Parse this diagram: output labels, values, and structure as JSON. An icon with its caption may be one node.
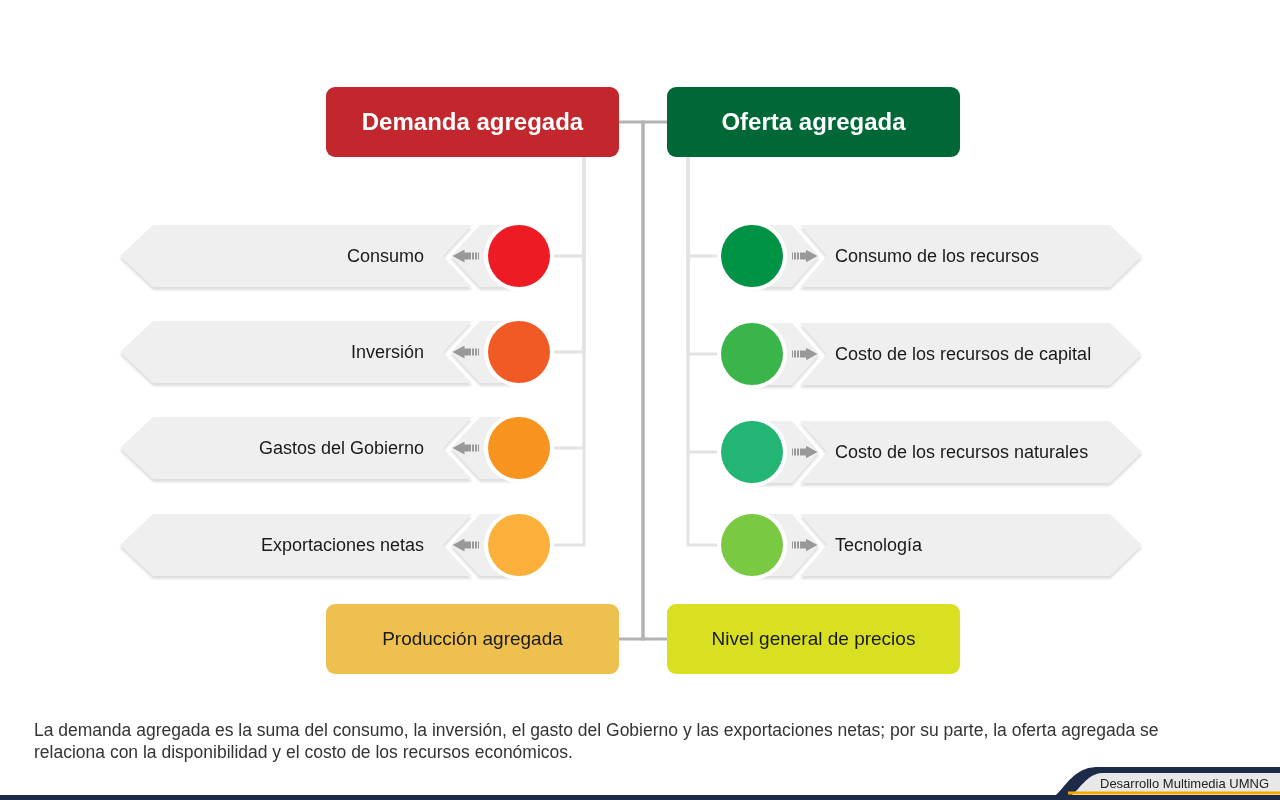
{
  "diagram": {
    "caption": "La demanda agregada es la suma del consumo, la inversión, el gasto del Gobierno y las exportaciones netas; por su parte, la oferta agregada se relaciona con la disponibilidad y el costo de los recursos económicos.",
    "nodes": [
      {
        "text": [
          "Demanda agregada"
        ]
      },
      {
        "text": [
          "Oferta agregada"
        ]
      },
      {
        "text": [
          "Consumo"
        ]
      },
      {
        "text": [],
        "shape": "circle"
      },
      {
        "text": [
          "Inversión"
        ]
      },
      {
        "text": [],
        "shape": "circle"
      },
      {
        "text": [
          "Gastos del Gobierno"
        ]
      },
      {
        "text": [],
        "shape": "circle"
      },
      {
        "text": [
          "Exportaciones netas"
        ]
      },
      {
        "text": [],
        "shape": "circle"
      },
      {
        "text": [],
        "shape": "circle"
      },
      {
        "text": [
          "Consumo de los recursos"
        ]
      },
      {
        "text": [],
        "shape": "circle"
      },
      {
        "text": [
          "Costo de los recursos de capital"
        ]
      },
      {
        "text": [],
        "shape": "circle"
      },
      {
        "text": [
          "Costo de los recursos naturales"
        ]
      },
      {
        "text": [],
        "shape": "circle"
      },
      {
        "text": [
          "Tecnología"
        ]
      },
      {
        "text": [
          "Producción agregada"
        ]
      },
      {
        "text": [
          "Nivel general de precios"
        ]
      }
    ],
    "edges": [
      {
        "from": 0,
        "to": 18,
        "arrow": "none",
        "color": "#b3b3b3"
      },
      {
        "from": 1,
        "to": 19,
        "arrow": "none",
        "color": "#b3b3b3"
      },
      {
        "from": 0,
        "to": 3,
        "arrow": "none"
      },
      {
        "from": 0,
        "to": 5,
        "arrow": "none"
      },
      {
        "from": 0,
        "to": 7,
        "arrow": "none"
      },
      {
        "from": 0,
        "to": 9,
        "arrow": "none"
      },
      {
        "from": 1,
        "to": 10,
        "arrow": "none"
      },
      {
        "from": 1,
        "to": 12,
        "arrow": "none"
      },
      {
        "from": 1,
        "to": 14,
        "arrow": "none"
      },
      {
        "from": 1,
        "to": 16,
        "arrow": "none"
      },
      {
        "from": 3,
        "to": 2,
        "arrow": "to",
        "style": "thick",
        "color": "#999999"
      },
      {
        "from": 5,
        "to": 4,
        "arrow": "to",
        "style": "thick",
        "color": "#999999"
      },
      {
        "from": 7,
        "to": 6,
        "arrow": "to",
        "style": "thick",
        "color": "#999999"
      },
      {
        "from": 9,
        "to": 8,
        "arrow": "to",
        "style": "thick",
        "color": "#999999"
      },
      {
        "from": 10,
        "to": 11,
        "arrow": "to",
        "style": "thick",
        "color": "#999999"
      },
      {
        "from": 12,
        "to": 13,
        "arrow": "to",
        "style": "thick",
        "color": "#999999"
      },
      {
        "from": 14,
        "to": 15,
        "arrow": "to",
        "style": "thick",
        "color": "#999999"
      },
      {
        "from": 16,
        "to": 17,
        "arrow": "to",
        "style": "thick",
        "color": "#999999"
      }
    ],
    "labels": [
      "Desarrollo Multimedia UMNG"
    ]
  }
}
